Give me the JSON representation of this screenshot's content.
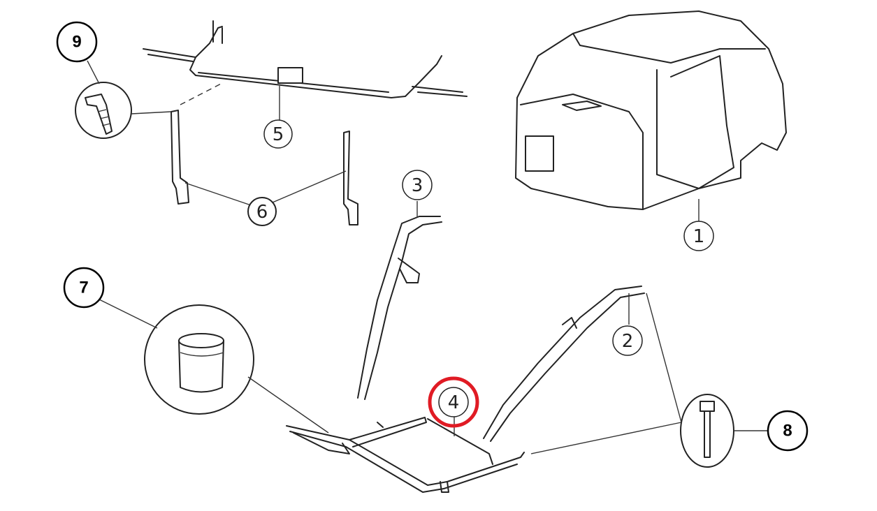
{
  "diagram": {
    "highlight_color": "#e01b24",
    "highlighted_part": "4",
    "callouts": [
      {
        "id": "c1",
        "label": "1",
        "style": "thin"
      },
      {
        "id": "c2",
        "label": "2",
        "style": "thin"
      },
      {
        "id": "c3",
        "label": "3",
        "style": "thin"
      },
      {
        "id": "c4",
        "label": "4",
        "style": "thin"
      },
      {
        "id": "c5",
        "label": "5",
        "style": "thin"
      },
      {
        "id": "c6",
        "label": "6",
        "style": "thin"
      },
      {
        "id": "c7",
        "label": "7",
        "style": "bold"
      },
      {
        "id": "c8",
        "label": "8",
        "style": "bold"
      },
      {
        "id": "c9",
        "label": "9",
        "style": "bold"
      }
    ]
  }
}
